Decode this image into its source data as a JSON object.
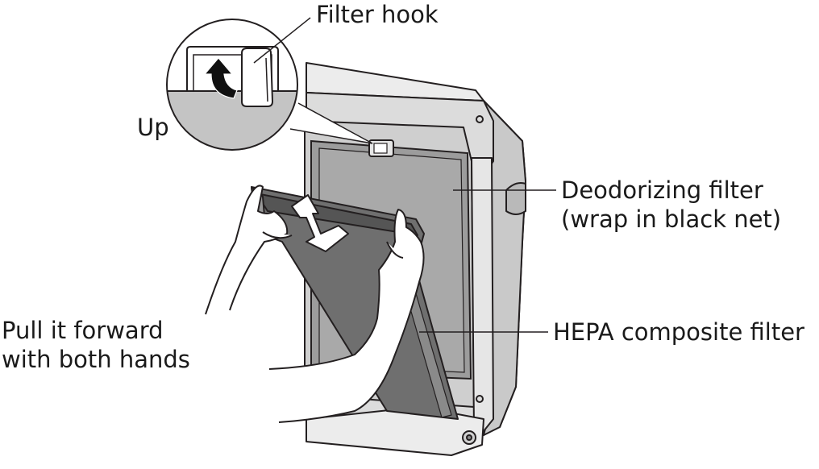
{
  "labels": {
    "filter_hook": "Filter hook",
    "up": "Up",
    "deodorizing_line1": "Deodorizing filter",
    "deodorizing_line2": "(wrap in black net)",
    "hepa": "HEPA composite filter",
    "pull_line1": "Pull it forward",
    "pull_line2": "with both hands"
  },
  "colors": {
    "outline": "#231f20",
    "body": "#dcdcdc",
    "body_light": "#ececec",
    "body_dark": "#b9b9b9",
    "filter_deodorizing": "#9c9c9c",
    "filter_hepa": "#6f6f6f",
    "filter_hepa_dark": "#555555",
    "inset_lower": "#c4c4c4",
    "hand": "#ffffff"
  },
  "icons": {
    "up_arrow": "curved-up-arrow-icon",
    "pull_arrow": "double-arrow-icon"
  }
}
